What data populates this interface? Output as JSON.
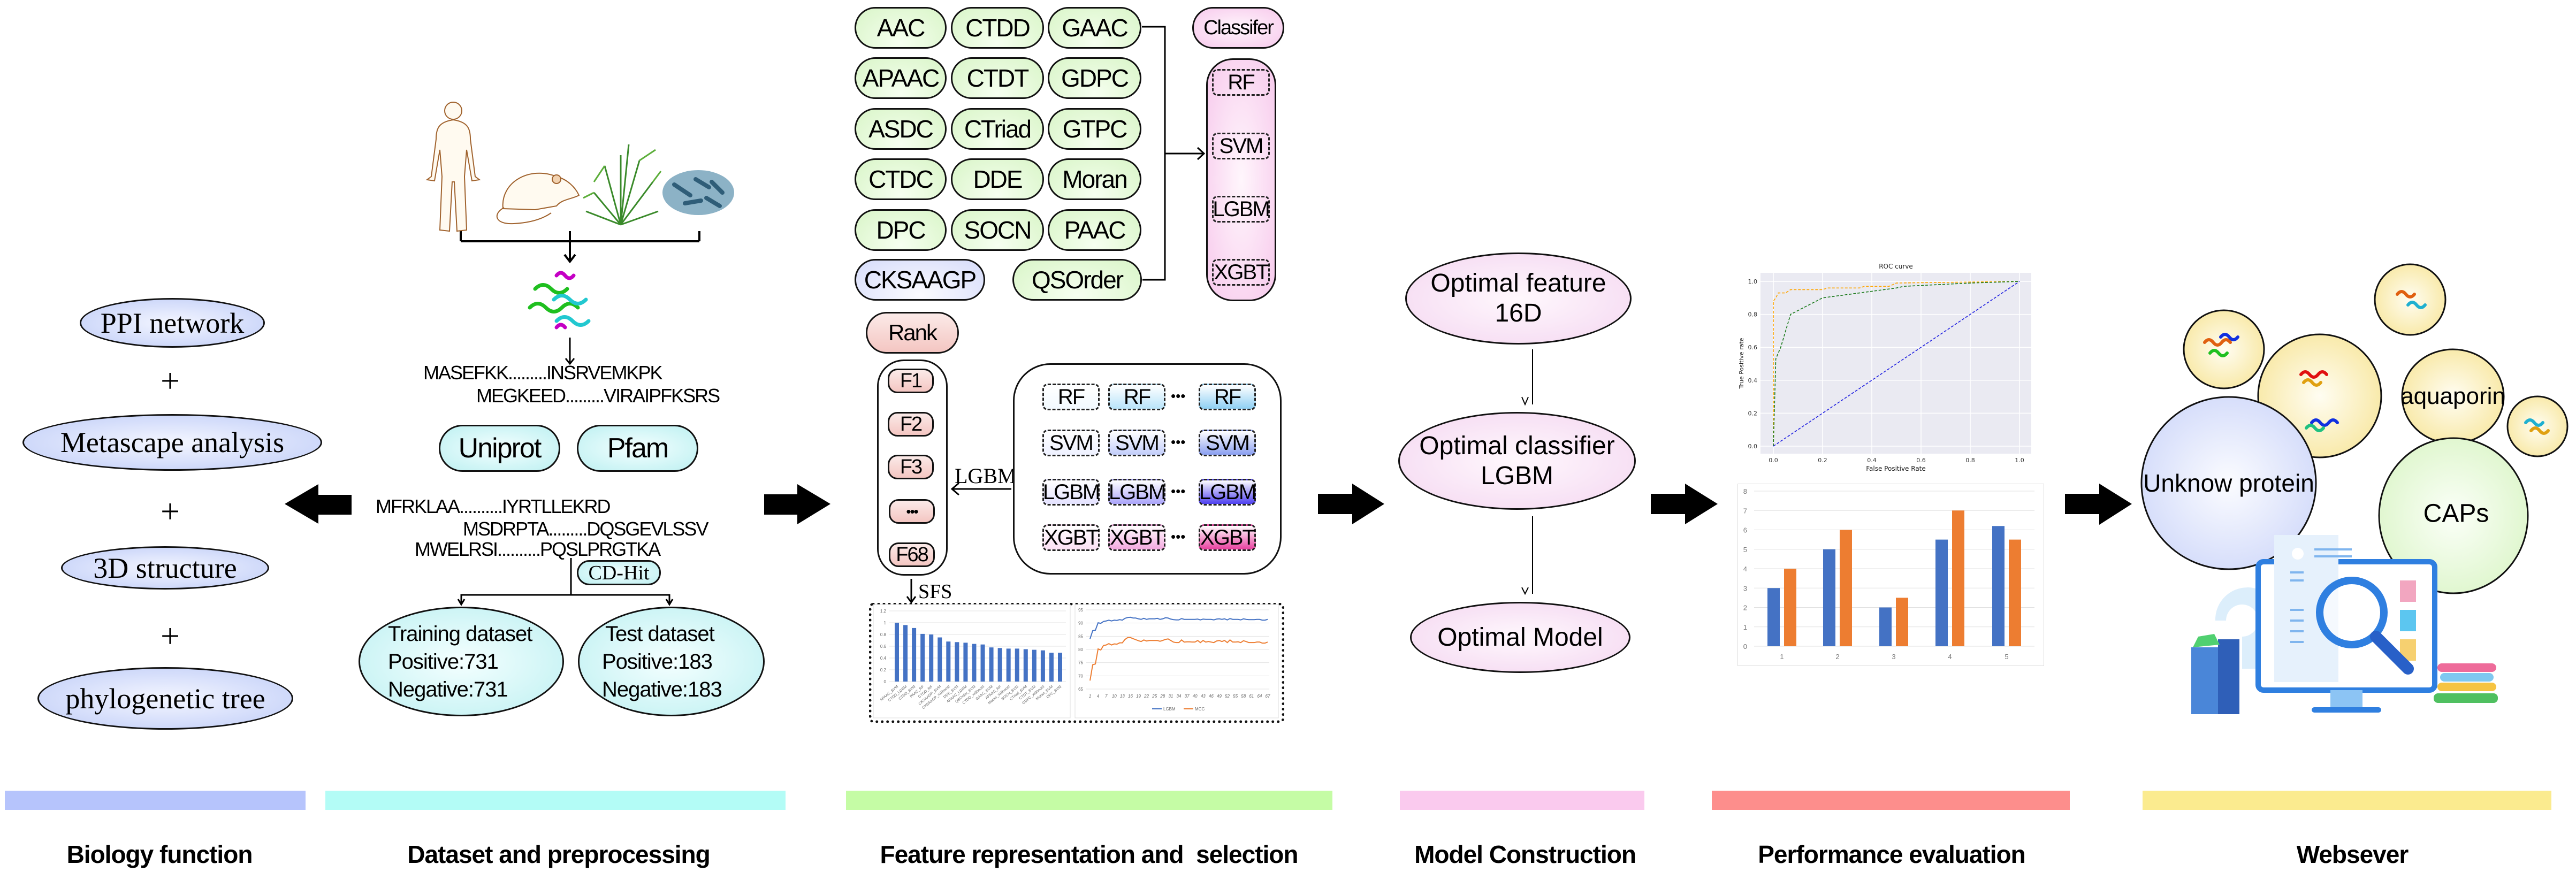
{
  "biology_function": {
    "items": [
      "PPI network",
      "Metascape analysis",
      "3D structure",
      "phylogenetic tree"
    ],
    "joiner": "+"
  },
  "dataset": {
    "organism_icons": [
      "human-icon",
      "rat-icon",
      "plant-icon",
      "bacteria-icon"
    ],
    "sequences_top": [
      "MASEFKK.........INSRVEMKPK",
      "MEGKEED.........VIRAIPFKSRS"
    ],
    "sources": [
      "Uniprot",
      "Pfam"
    ],
    "sequences_bottom": [
      "MFRKLAA..........IYRTLLEKRD",
      "MSDRPTA.........DQSGEVLSSV",
      "MWELRSI..........PQSLPRGTKA"
    ],
    "cdhit": "CD-Hit",
    "training": {
      "title": "Training dataset",
      "positive": "Positive:731",
      "negative": "Negative:731"
    },
    "test": {
      "title": "Test dataset",
      "positive": "Positive:183",
      "negative": "Negative:183"
    }
  },
  "feature_representation": {
    "descriptors": [
      "AAC",
      "CTDD",
      "GAAC",
      "APAAC",
      "CTDT",
      "GDPC",
      "ASDC",
      "CTriad",
      "GTPC",
      "CTDC",
      "DDE",
      "Moran",
      "DPC",
      "SOCN",
      "PAAC",
      "CKSAAGP",
      "QSOrder"
    ],
    "classifier_title": "Classifer",
    "classifiers": [
      "RF",
      "SVM",
      "LGBM",
      "XGBT"
    ],
    "rank_label": "Rank",
    "ranked_features": [
      "F1",
      "F2",
      "F3",
      "•••",
      "F68"
    ],
    "arrow_label": "LGBM",
    "model_grid": [
      [
        "RF",
        "RF",
        "RF"
      ],
      [
        "SVM",
        "SVM",
        "SVM"
      ],
      [
        "LGBM",
        "LGBM",
        "LGBM"
      ],
      [
        "XGBT",
        "XGBT",
        "XGBT"
      ]
    ],
    "ellipsis": "•••",
    "sfs_label": "SFS"
  },
  "model_construction": {
    "optimal_feature": [
      "Optimal feature",
      "16D"
    ],
    "optimal_classifier": [
      "Optimal classifier",
      "LGBM"
    ],
    "optimal_model": "Optimal Model"
  },
  "webserver": {
    "unknown": "Unknow protein",
    "aquaporin": "aquaporin",
    "caps": "CAPs"
  },
  "stage_labels": [
    {
      "text": "Biology function",
      "color": "#b6c4fc"
    },
    {
      "text": "Dataset and preprocessing",
      "color": "#b3fcf6"
    },
    {
      "text": "Feature representation and  selection",
      "color": "#c5fca5"
    },
    {
      "text": "Model Construction",
      "color": "#facaee"
    },
    {
      "text": "Performance evaluation",
      "color": "#fd8e8c"
    },
    {
      "text": "Websever",
      "color": "#fbeb8f"
    }
  ],
  "chart_data": [
    {
      "type": "bar",
      "categories": [
        "APAAC_SVM",
        "CTDD_LGBM",
        "CTDD_SVM",
        "PAAC_RF",
        "CTDD_RF",
        "CKSAAGP_SVM",
        "CKSAAGP_XGboost",
        "DDE_SVM",
        "APAAC_LGBM",
        "QSOrder_SVM",
        "CTDD_XGboost",
        "GAAC_SVM",
        "APAAC_RF",
        "Moran_XGboost",
        "SOCN_SVM",
        "CTriad_SVM",
        "CTDT_SVM",
        "GDPC_XGboost",
        "Moran_SVM",
        "DPC_SVM"
      ],
      "values": [
        1.0,
        0.96,
        0.91,
        0.81,
        0.8,
        0.75,
        0.68,
        0.67,
        0.66,
        0.64,
        0.63,
        0.58,
        0.57,
        0.56,
        0.56,
        0.55,
        0.54,
        0.53,
        0.49,
        0.49
      ],
      "yticks": [
        "0",
        "0.2",
        "0.4",
        "0.6",
        "0.8",
        "1",
        "1.2"
      ],
      "ylim": [
        0,
        1.2
      ],
      "grid": true,
      "color": "#4472c4"
    },
    {
      "type": "line",
      "x_ticks": [
        "1",
        "4",
        "7",
        "10",
        "13",
        "16",
        "19",
        "22",
        "25",
        "28",
        "31",
        "34",
        "37",
        "40",
        "43",
        "46",
        "49",
        "52",
        "55",
        "58",
        "61",
        "64",
        "67"
      ],
      "xlim": [
        1,
        67
      ],
      "ylim": [
        65,
        95
      ],
      "yticks": [
        "65",
        "70",
        "75",
        "80",
        "85",
        "90",
        "95"
      ],
      "grid": true,
      "legend_position": "bottom",
      "series": [
        {
          "name": "LGBM",
          "color": "#4472c4",
          "values": [
            84,
            87.1,
            87.3,
            90.1,
            89.9,
            90.6,
            90.8,
            91.1,
            90.8,
            91.1,
            91,
            91.3,
            91.1,
            91.8,
            92.1,
            92.2,
            91.9,
            91.9,
            91.6,
            91.4,
            91.8,
            91.4,
            91.6,
            91.6,
            91.6,
            91.8,
            91.4,
            91.6,
            92,
            91.9,
            91.5,
            91.3,
            91.2,
            91.2,
            91.7,
            91.4,
            91.4,
            91.4,
            91.4,
            91.4,
            91.5,
            91.2,
            91.5,
            91.4,
            91.4,
            91.4,
            91.2,
            91.5,
            91.6,
            91.4,
            91.6,
            91.2,
            91.7,
            91.4,
            91.4,
            91.4,
            91.2,
            91.6,
            91.4,
            91.3,
            91.3,
            91.3,
            91.4,
            91.4,
            91.1,
            91.1,
            91.4
          ]
        },
        {
          "name": "MCC",
          "color": "#ed7d31",
          "values": [
            68.2,
            74.2,
            74.5,
            80.2,
            79.8,
            81.5,
            81.7,
            82.2,
            81.7,
            82.1,
            82,
            82.5,
            82.5,
            83.8,
            84.5,
            84.5,
            84.1,
            83.7,
            83.3,
            83,
            83.6,
            83.2,
            83.4,
            83.4,
            83.4,
            83.4,
            83.1,
            83.4,
            83.8,
            84,
            83.4,
            82.8,
            82.6,
            82.6,
            83.6,
            82.8,
            82.9,
            82.9,
            82.8,
            82.8,
            83.4,
            82.6,
            83.4,
            82.8,
            83,
            82.8,
            82.6,
            83.2,
            83.4,
            83,
            83.4,
            82.6,
            83.6,
            82.8,
            82.8,
            82.9,
            82.6,
            83.3,
            83,
            82.6,
            82.6,
            82.6,
            82.8,
            82.8,
            82.4,
            82.4,
            82.8
          ]
        }
      ]
    },
    {
      "type": "line",
      "title": "ROC curve",
      "xlabel": "False Positive Rate",
      "ylabel": "True Positive rate",
      "xlim": [
        0,
        1
      ],
      "ylim": [
        0,
        1
      ],
      "xticks": [
        "0.0",
        "0.2",
        "0.4",
        "0.6",
        "0.8",
        "1.0"
      ],
      "yticks": [
        "0.0",
        "0.2",
        "0.4",
        "0.6",
        "0.8",
        "1.0"
      ],
      "grid": true,
      "background": "#eaeaf2",
      "series": [
        {
          "color": "#ffa500",
          "style": "dashed",
          "points": [
            [
              0,
              0
            ],
            [
              0,
              0.88
            ],
            [
              0.01,
              0.9
            ],
            [
              0.02,
              0.93
            ],
            [
              0.05,
              0.93
            ],
            [
              0.07,
              0.95
            ],
            [
              0.2,
              0.95
            ],
            [
              0.22,
              0.96
            ],
            [
              0.35,
              0.96
            ],
            [
              0.37,
              0.97
            ],
            [
              0.47,
              0.97
            ],
            [
              0.5,
              0.99
            ],
            [
              1,
              1
            ]
          ]
        },
        {
          "color": "#1a7a1a",
          "style": "dashed",
          "points": [
            [
              0,
              0
            ],
            [
              0.01,
              0.53
            ],
            [
              0.03,
              0.6
            ],
            [
              0.07,
              0.8
            ],
            [
              0.2,
              0.9
            ],
            [
              0.5,
              0.96
            ],
            [
              0.53,
              0.97
            ],
            [
              0.8,
              0.99
            ],
            [
              1,
              1
            ]
          ]
        },
        {
          "color": "#1f1fe0",
          "style": "dashed",
          "points": [
            [
              0,
              0
            ],
            [
              1,
              1
            ]
          ]
        }
      ]
    },
    {
      "type": "bar",
      "categories": [
        "1",
        "2",
        "3",
        "4",
        "5"
      ],
      "series": [
        {
          "color": "#4472c4",
          "values": [
            3,
            5,
            2,
            5.5,
            6.2
          ]
        },
        {
          "color": "#ed7d31",
          "values": [
            4,
            6,
            2.5,
            7,
            5.5
          ]
        }
      ],
      "yticks": [
        "0",
        "1",
        "2",
        "3",
        "4",
        "5",
        "6",
        "7",
        "8"
      ],
      "ylim": [
        0,
        8
      ],
      "grid": true
    }
  ]
}
